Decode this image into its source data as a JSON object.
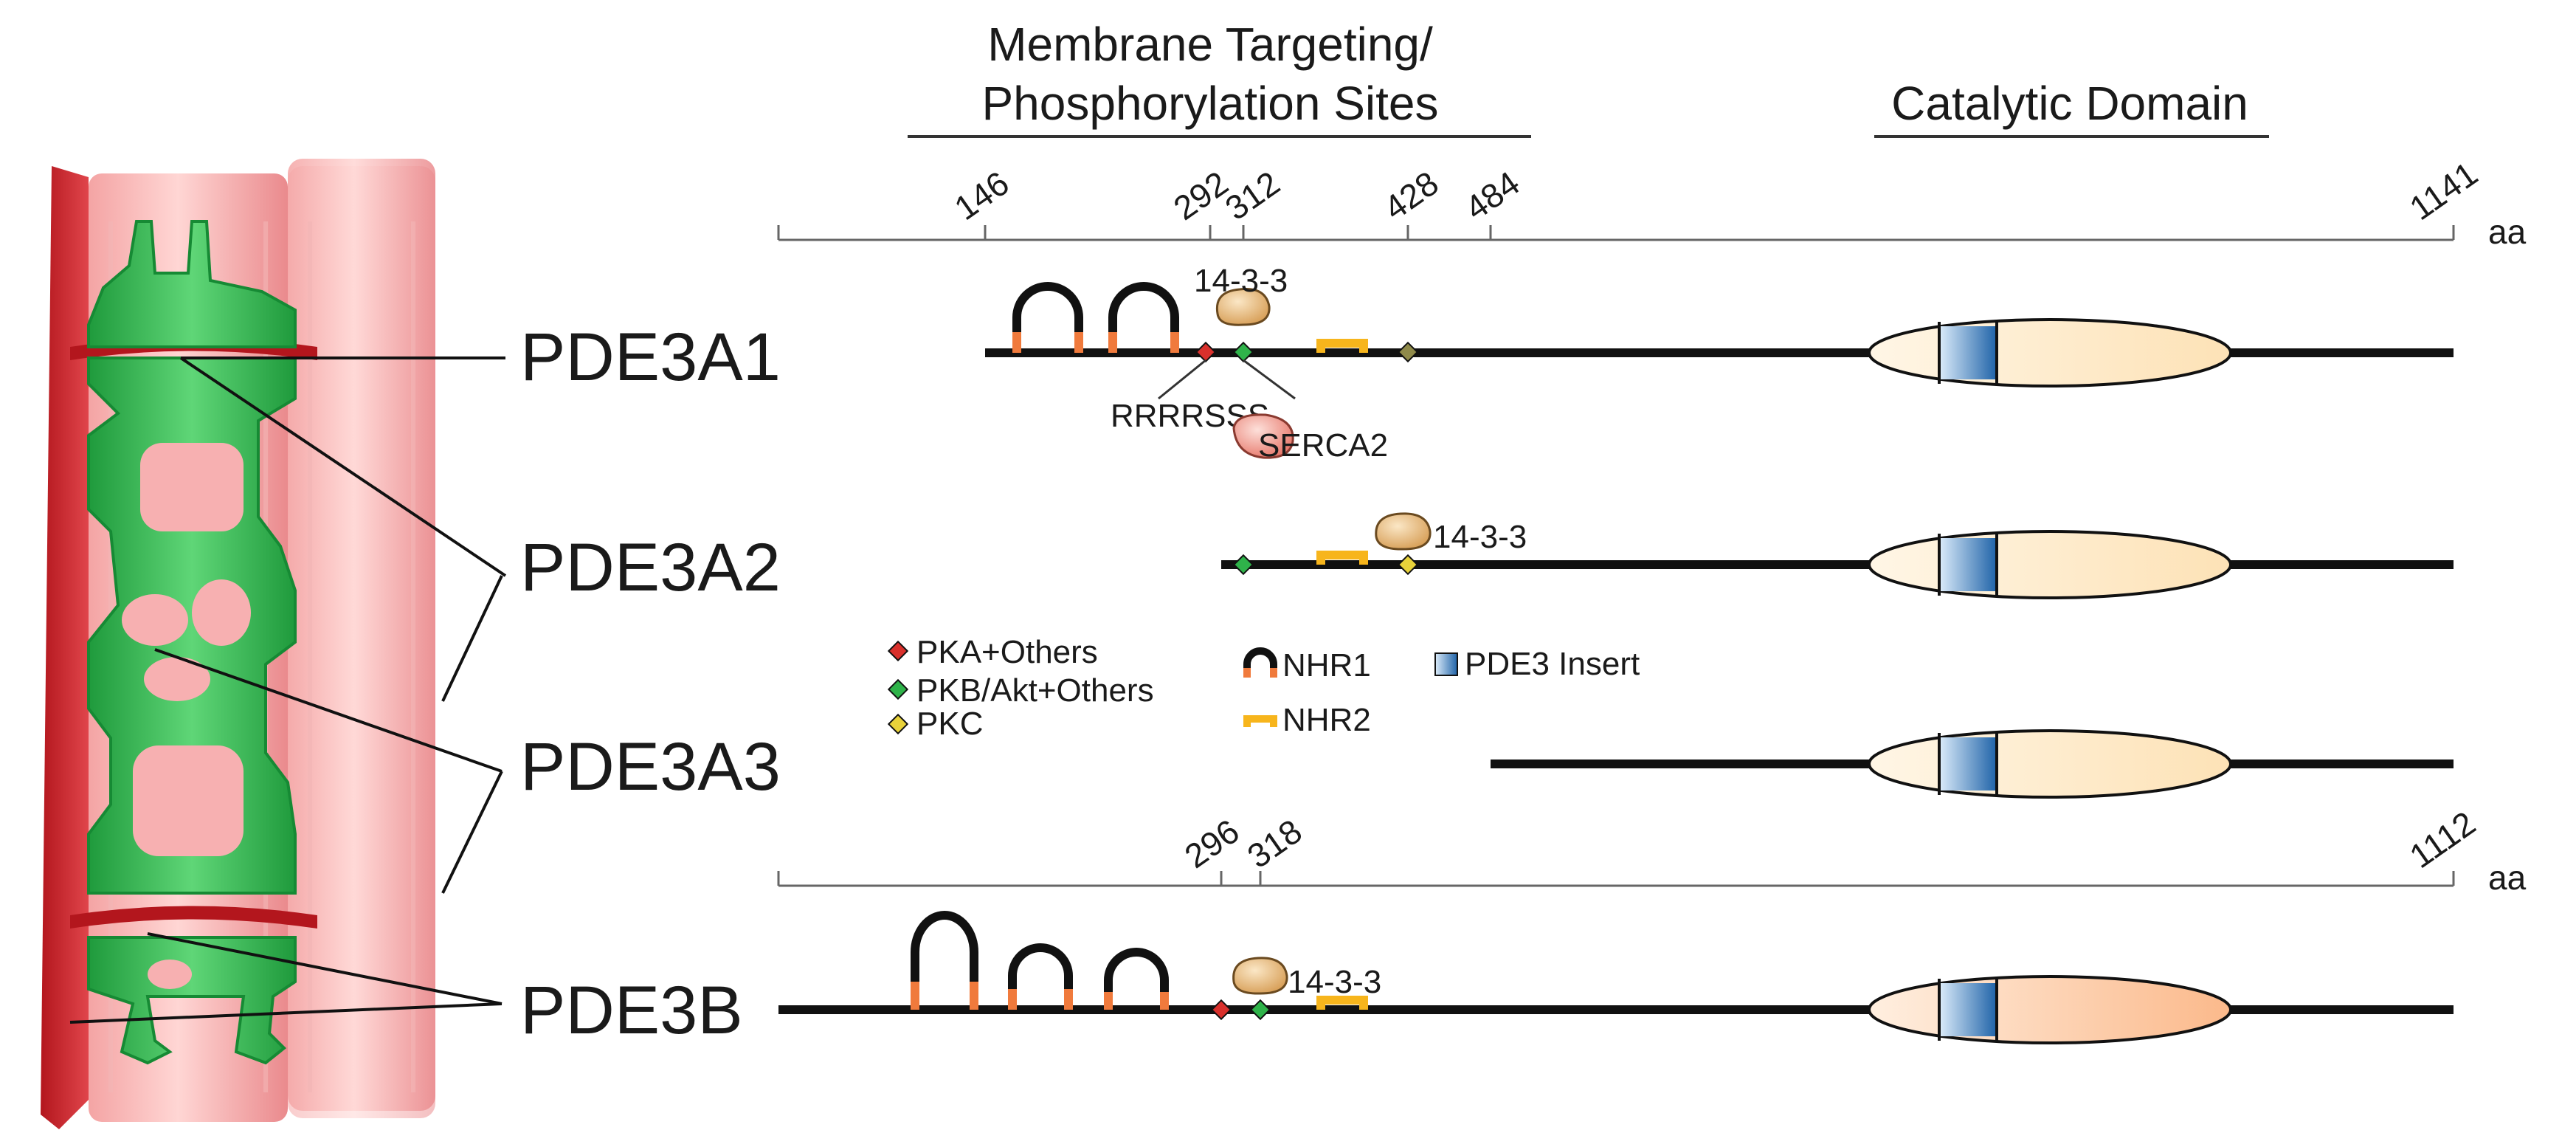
{
  "headers": {
    "membrane_line1": "Membrane Targeting/",
    "membrane_line2": "Phosphorylation Sites",
    "catalytic": "Catalytic Domain"
  },
  "ruler_a": {
    "ticks": [
      "146",
      "292",
      "312",
      "428",
      "484",
      "1141"
    ],
    "unit": "aa"
  },
  "ruler_b": {
    "ticks": [
      "296",
      "318",
      "1112"
    ],
    "unit": "aa"
  },
  "isoforms": {
    "pde3a1": "PDE3A1",
    "pde3a2": "PDE3A2",
    "pde3a3": "PDE3A3",
    "pde3b": "PDE3B"
  },
  "annotations": {
    "a1_1433": "14-3-3",
    "a1_motif": "RRRRSSS",
    "a1_serca": "SERCA2",
    "a2_1433": "14-3-3",
    "b_1433": "14-3-3"
  },
  "legend": {
    "pka": "PKA+Others",
    "pkb": "PKB/Akt+Others",
    "pkc": "PKC",
    "nhr1": "NHR1",
    "nhr2": "NHR2",
    "insert": "PDE3 Insert"
  },
  "colors": {
    "pka_site": "#d9302c",
    "pkb_site": "#2fb34a",
    "pkc_site": "#e8d23a",
    "nhr1_cap": "#f07a3c",
    "nhr2": "#f7b51c",
    "catalytic_light": "#fde7c0",
    "catalytic_pde3b": "#fcc39a",
    "insert_blue": "#3e86c6",
    "binding_1433": "#e7bb78",
    "serca2": "#ef8f80",
    "vessel_red": "#e8646a",
    "vessel_green": "#2fb04a"
  }
}
